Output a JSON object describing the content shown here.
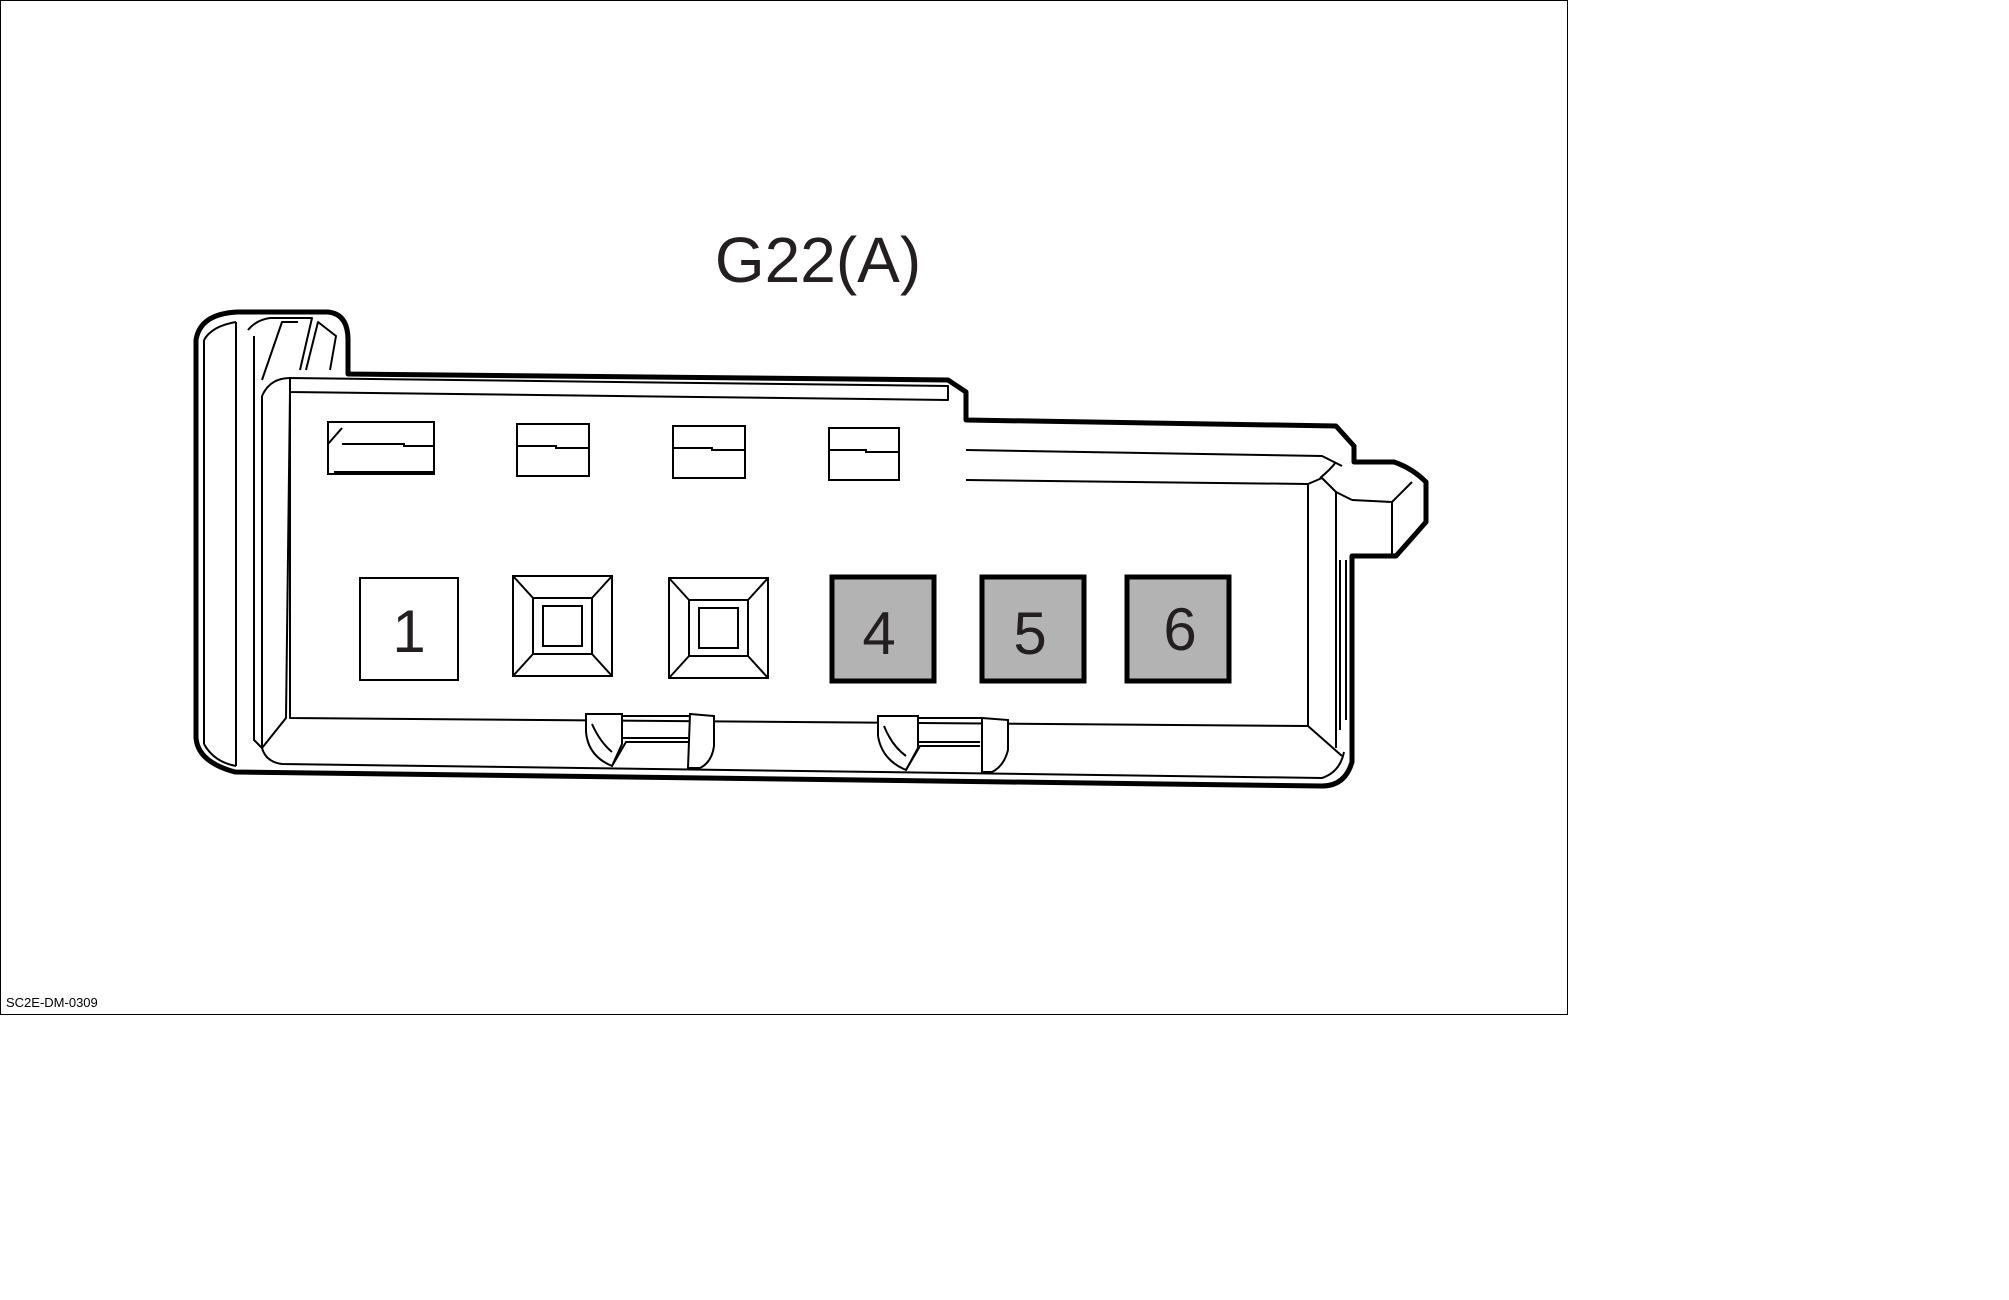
{
  "diagram": {
    "connector_title": "G22(A)",
    "drawing_id": "SC2E-DM-0309",
    "pins": [
      {
        "label": "1",
        "type": "labeled",
        "highlighted": false
      },
      {
        "label": "",
        "type": "empty-cavity",
        "highlighted": false
      },
      {
        "label": "",
        "type": "empty-cavity",
        "highlighted": false
      },
      {
        "label": "4",
        "type": "labeled",
        "highlighted": true
      },
      {
        "label": "5",
        "type": "labeled",
        "highlighted": true
      },
      {
        "label": "6",
        "type": "labeled",
        "highlighted": true
      }
    ],
    "colors": {
      "highlight_fill": "#b3b3b3",
      "outline": "#000000",
      "text": "#231f20"
    }
  }
}
